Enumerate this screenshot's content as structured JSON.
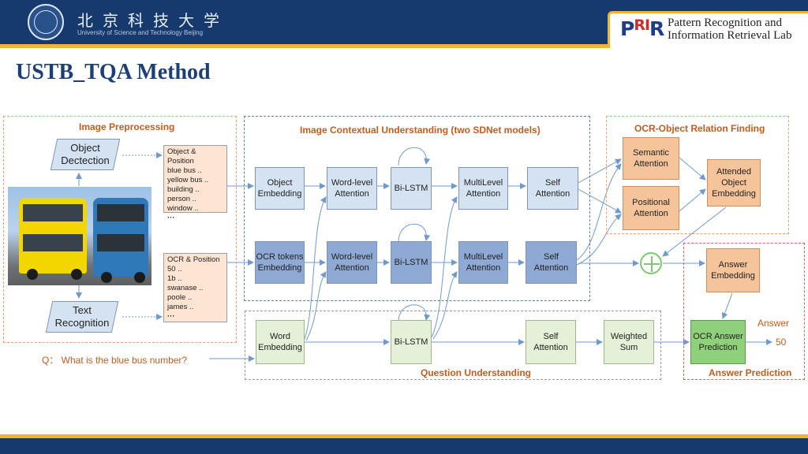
{
  "header": {
    "university_cn": "北京科技大学",
    "university_en": "University of Science and Technology Beijing",
    "lab_logo_text": "PRIR",
    "lab_name_line1": "Pattern Recognition and",
    "lab_name_line2": "Information Retrieval Lab"
  },
  "slide": {
    "title": "USTB_TQA Method"
  },
  "diagram": {
    "regions": {
      "preprocessing": "Image Preprocessing",
      "contextual": "Image Contextual Understanding (two SDNet models)",
      "relation": "OCR-Object Relation Finding",
      "question": "Question Understanding",
      "answer": "Answer Prediction"
    },
    "preprocessing": {
      "object_detection": "Object Dectection",
      "text_recognition": "Text Recognition",
      "object_note": {
        "title": "Object & Position",
        "lines": [
          "blue bus ..",
          "yellow bus ..",
          "building ..",
          "person ..",
          "window .."
        ],
        "more": "···"
      },
      "ocr_note": {
        "title": "OCR & Position",
        "lines": [
          "50 ..",
          "1b ..",
          "swanase ..",
          "poole ..",
          "james .."
        ],
        "more": "···"
      }
    },
    "contextual": {
      "object_embedding": "Object Embedding",
      "ocr_tokens_embedding": "OCR tokens Embedding",
      "word_level_attention": "Word-level Attention",
      "bi_lstm": "Bi-LSTM",
      "multilevel_attention": "MultiLevel Attention",
      "self_attention": "Self Attention"
    },
    "relation": {
      "semantic_attention": "Semantic Attention",
      "positional_attention": "Positional Attention",
      "attended_object_embedding": "Attended Object Embedding"
    },
    "question": {
      "text": "Q：  What is the blue bus number?",
      "word_embedding": "Word Embedding",
      "bi_lstm": "Bi-LSTM",
      "self_attention": "Self Attention",
      "weighted_sum": "Weighted Sum"
    },
    "answer": {
      "answer_embedding": "Answer Embedding",
      "ocr_answer_prediction": "OCR Answer Prediction",
      "label": "Answer",
      "value": "50"
    }
  }
}
